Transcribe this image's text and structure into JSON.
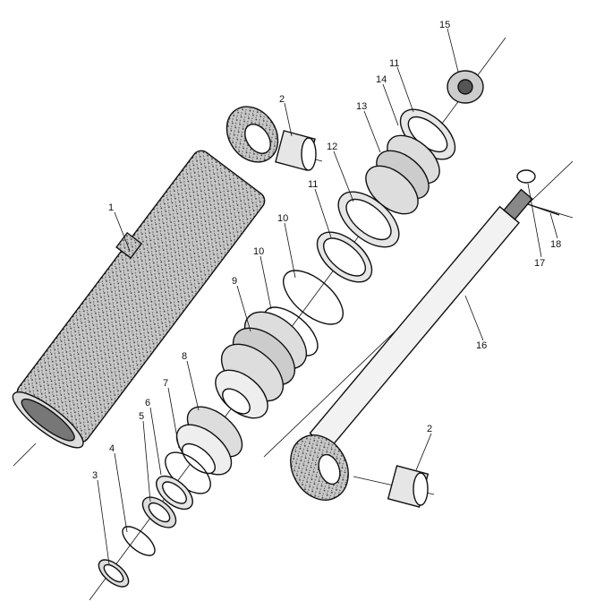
{
  "diagram": {
    "type": "exploded-view",
    "callouts": {
      "tube": "1",
      "bushing_top": "2",
      "bushing_bottom": "2",
      "ring_3": "3",
      "oring_4": "4",
      "seal_5": "5",
      "seal_6": "6",
      "seal_7": "7",
      "gland_8": "8",
      "piston_9": "9",
      "oring_10a": "10",
      "oring_10b": "10",
      "ring_11a": "11",
      "ring_11b": "11",
      "ring_12": "12",
      "piston_13": "13",
      "ring_14": "14",
      "nut_15": "15",
      "rod_16": "16",
      "ring_17": "17",
      "pin_18": "18"
    },
    "colors": {
      "ink": "#111111",
      "body": "#bdbdbd",
      "metal": "#e6e6e6"
    }
  }
}
